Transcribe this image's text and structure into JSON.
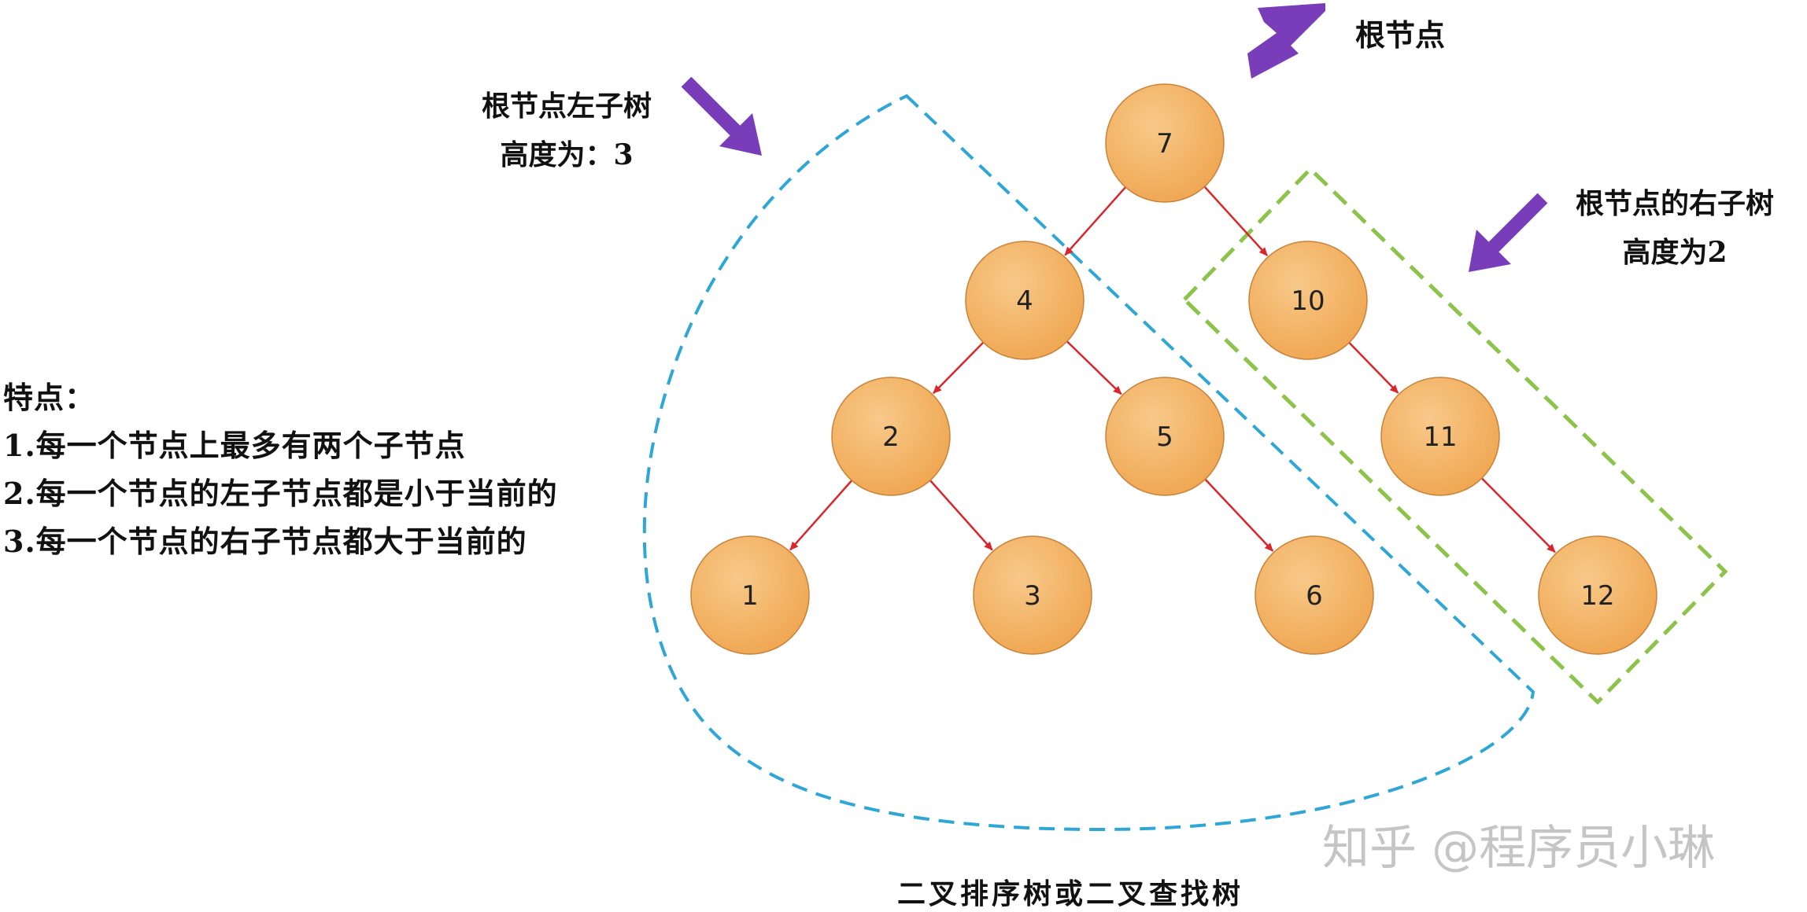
{
  "labels": {
    "root": "根节点",
    "left_subtree_line1": "根节点左子树",
    "left_subtree_line2": "高度为：3",
    "right_subtree_line1": "根节点的右子树",
    "right_subtree_line2": "高度为2",
    "caption": "二叉排序树或二叉查找树"
  },
  "features": {
    "title": "特点：",
    "items": [
      "1.每一个节点上最多有两个子节点",
      "2.每一个节点的左子节点都是小于当前的",
      "3.每一个节点的右子节点都大于当前的"
    ]
  },
  "tree": {
    "nodes": [
      "7",
      "4",
      "10",
      "2",
      "5",
      "11",
      "1",
      "3",
      "6",
      "12"
    ]
  },
  "watermark": "知乎 @程序员小琳",
  "colors": {
    "node_fill": "#F2B462",
    "node_stroke": "#C8823A",
    "edge": "#D9262B",
    "arrow": "#7A3DBA",
    "left_outline": "#2EA6D6",
    "right_outline": "#8CC34A"
  }
}
